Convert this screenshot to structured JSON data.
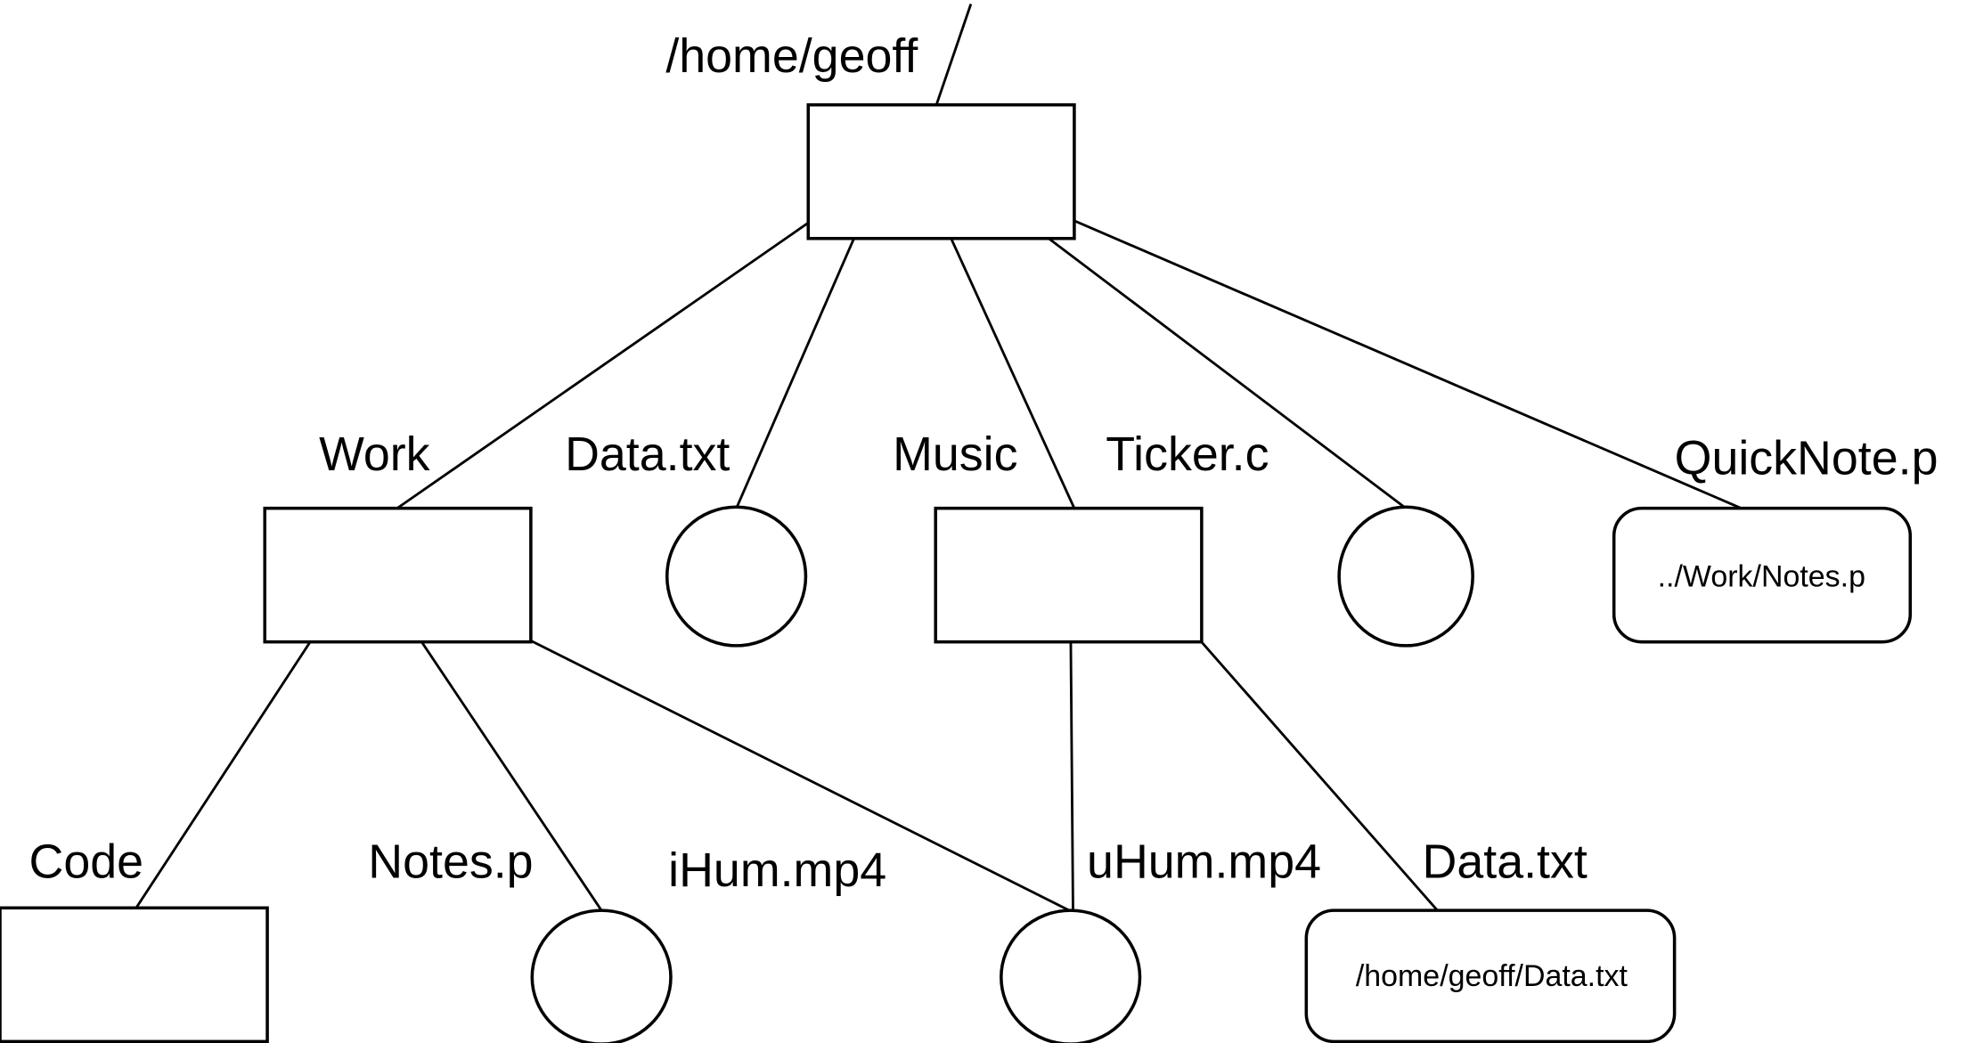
{
  "diagram": {
    "title": "Directory tree",
    "root": {
      "label": "/home/geoff",
      "type": "directory"
    },
    "level1": [
      {
        "label": "Work",
        "type": "directory"
      },
      {
        "label": "Data.txt",
        "type": "file"
      },
      {
        "label": "Music",
        "type": "directory"
      },
      {
        "label": "Ticker.c",
        "type": "file"
      },
      {
        "label": "QuickNote.p",
        "type": "link",
        "target": "../Work/Notes.p"
      }
    ],
    "level2": [
      {
        "label": "Code",
        "type": "directory",
        "parent": "Work"
      },
      {
        "label": "Notes.p",
        "type": "file",
        "parent": "Work"
      },
      {
        "label": "iHum.mp4",
        "type": "file",
        "parent": "Work"
      },
      {
        "label": "uHum.mp4",
        "type": "file",
        "parent": "Music"
      },
      {
        "label": "Data.txt",
        "type": "link",
        "parent": "Music",
        "target": "/home/geoff/Data.txt"
      }
    ],
    "legend": {
      "directory": "rectangle",
      "file": "circle",
      "link": "rounded-rectangle"
    }
  }
}
